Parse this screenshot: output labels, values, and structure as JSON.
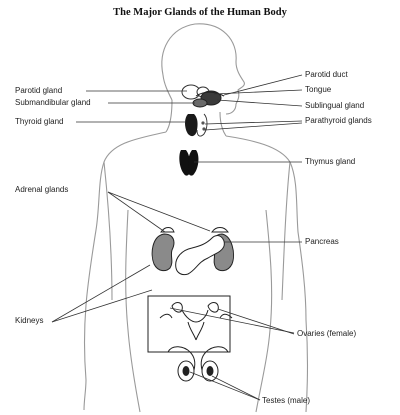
{
  "title": "The Major Glands of the Human Body",
  "labels": {
    "parotid_gland": "Parotid gland",
    "submandibular_gland": "Submandibular gland",
    "thyroid_gland": "Thyroid gland",
    "adrenal_glands": "Adrenal glands",
    "kidneys": "Kidneys",
    "parotid_duct": "Parotid duct",
    "tongue": "Tongue",
    "sublingual_gland": "Sublingual gland",
    "parathyroid_glands": "Parathyroid glands",
    "thymus_gland": "Thymus gland",
    "pancreas": "Pancreas",
    "ovaries": "Ovaries (female)",
    "testes": "Testes (male)"
  }
}
